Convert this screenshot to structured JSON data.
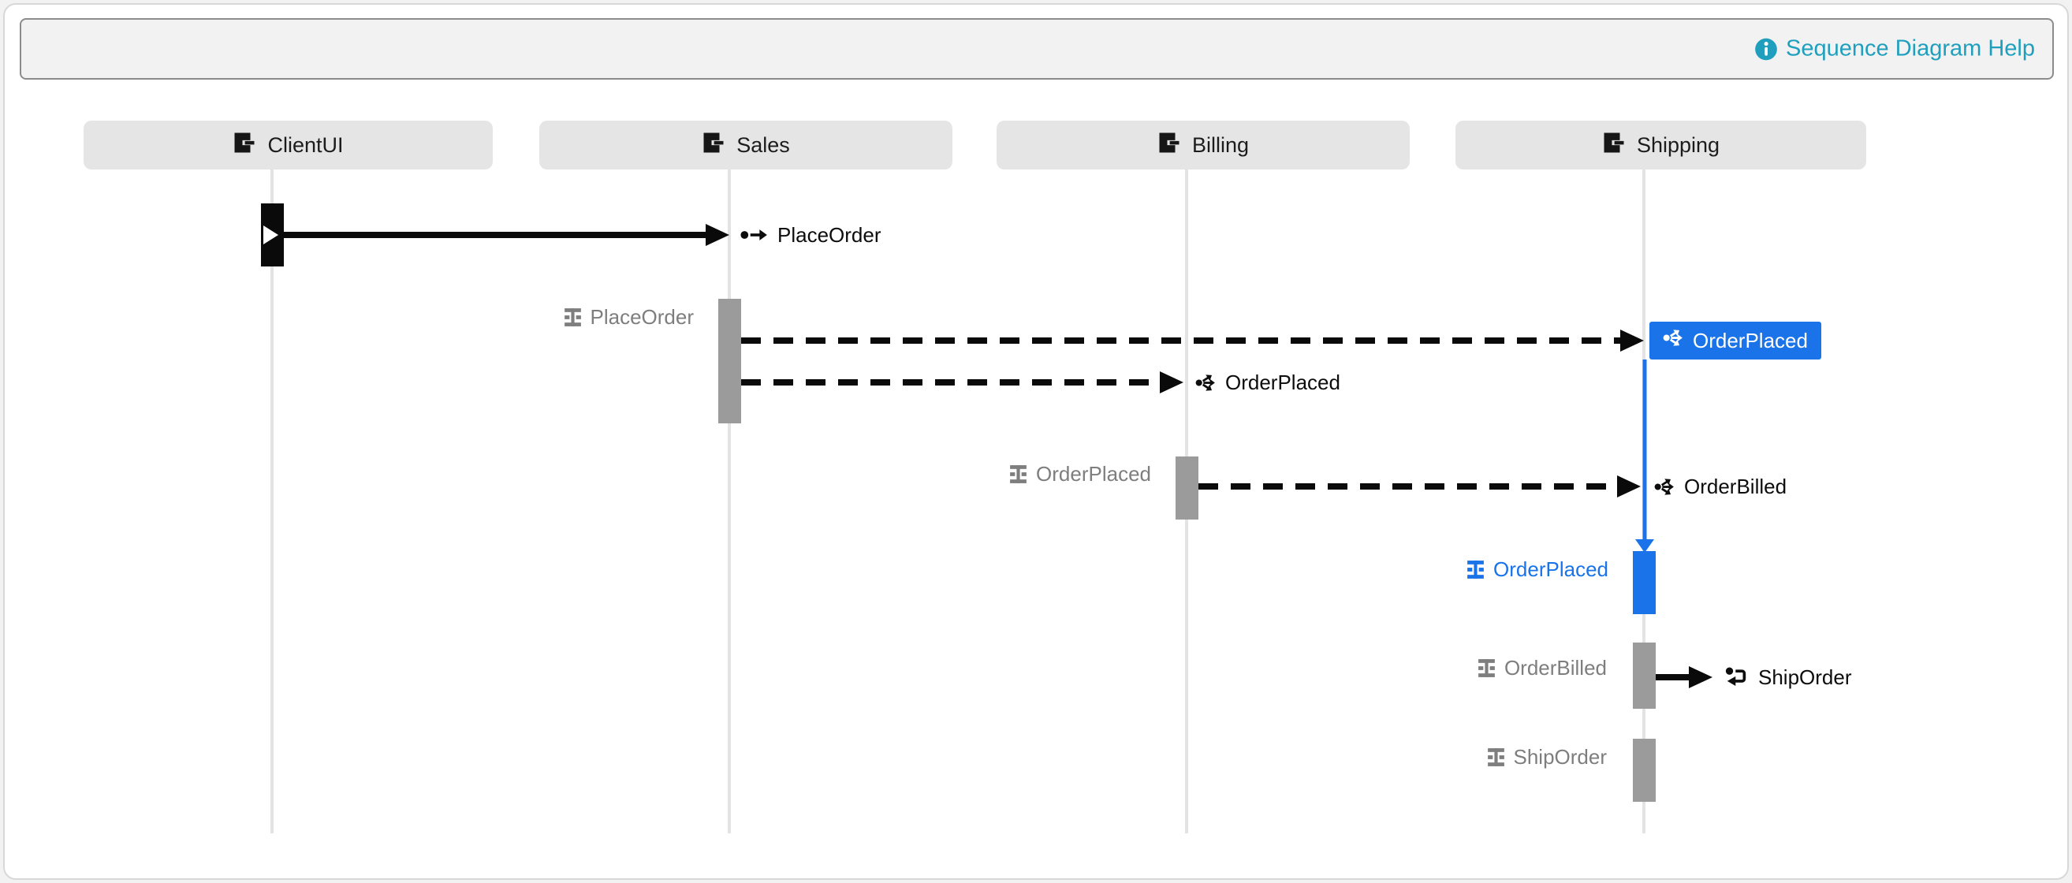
{
  "toolbar": {
    "help_label": "Sequence Diagram Help"
  },
  "diagram": {
    "endpoints": [
      {
        "label": "ClientUI"
      },
      {
        "label": "Sales"
      },
      {
        "label": "Billing"
      },
      {
        "label": "Shipping"
      }
    ],
    "messages": {
      "place_order_command": "PlaceOrder",
      "place_order_handler_sales": "PlaceOrder",
      "order_placed_event_shipping": "OrderPlaced",
      "order_placed_event_billing": "OrderPlaced",
      "order_placed_handler_billing": "OrderPlaced",
      "order_billed_event_shipping": "OrderBilled",
      "order_placed_handler_shipping": "OrderPlaced",
      "order_billed_handler_shipping": "OrderBilled",
      "ship_order_command": "ShipOrder",
      "ship_order_handler_shipping": "ShipOrder"
    },
    "colors": {
      "selected_blue": "#1a73e8",
      "handler_gray_text": "#7e7e7e",
      "activation_bar_gray": "#9b9b9b",
      "endpoint_header_bg": "#e5e5e5",
      "help_link_teal": "#1f9fbd",
      "arrow_black": "#0d0d0d"
    }
  }
}
